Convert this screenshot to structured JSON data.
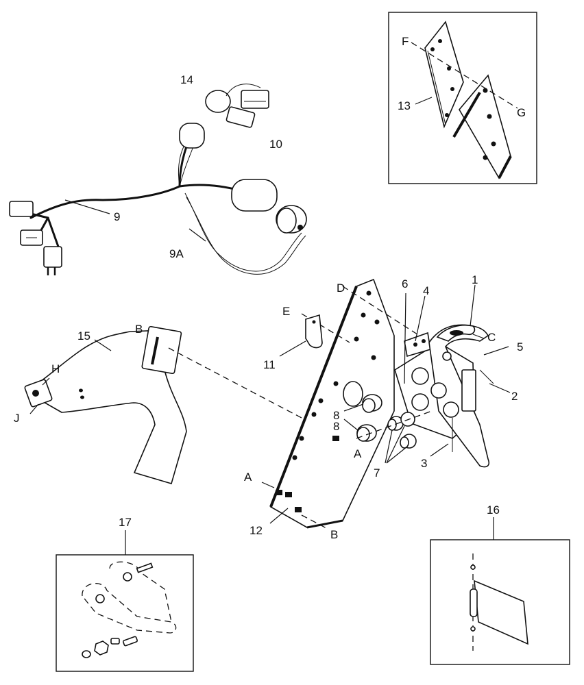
{
  "labels": {
    "p1": "1",
    "p2": "2",
    "p3": "3",
    "p4": "4",
    "p5": "5",
    "p6": "6",
    "p7": "7",
    "p8a": "8",
    "p8b": "8",
    "p9": "9",
    "p9a": "9A",
    "p10": "10",
    "p11": "11",
    "p12": "12",
    "p13": "13",
    "p14": "14",
    "p15": "15",
    "p16": "16",
    "p17": "17",
    "refA1": "A",
    "refA2": "A",
    "refB1": "B",
    "refB2": "B",
    "refC": "C",
    "refD": "D",
    "refE": "E",
    "refF": "F",
    "refG": "G",
    "refH": "H",
    "refJ": "J"
  }
}
